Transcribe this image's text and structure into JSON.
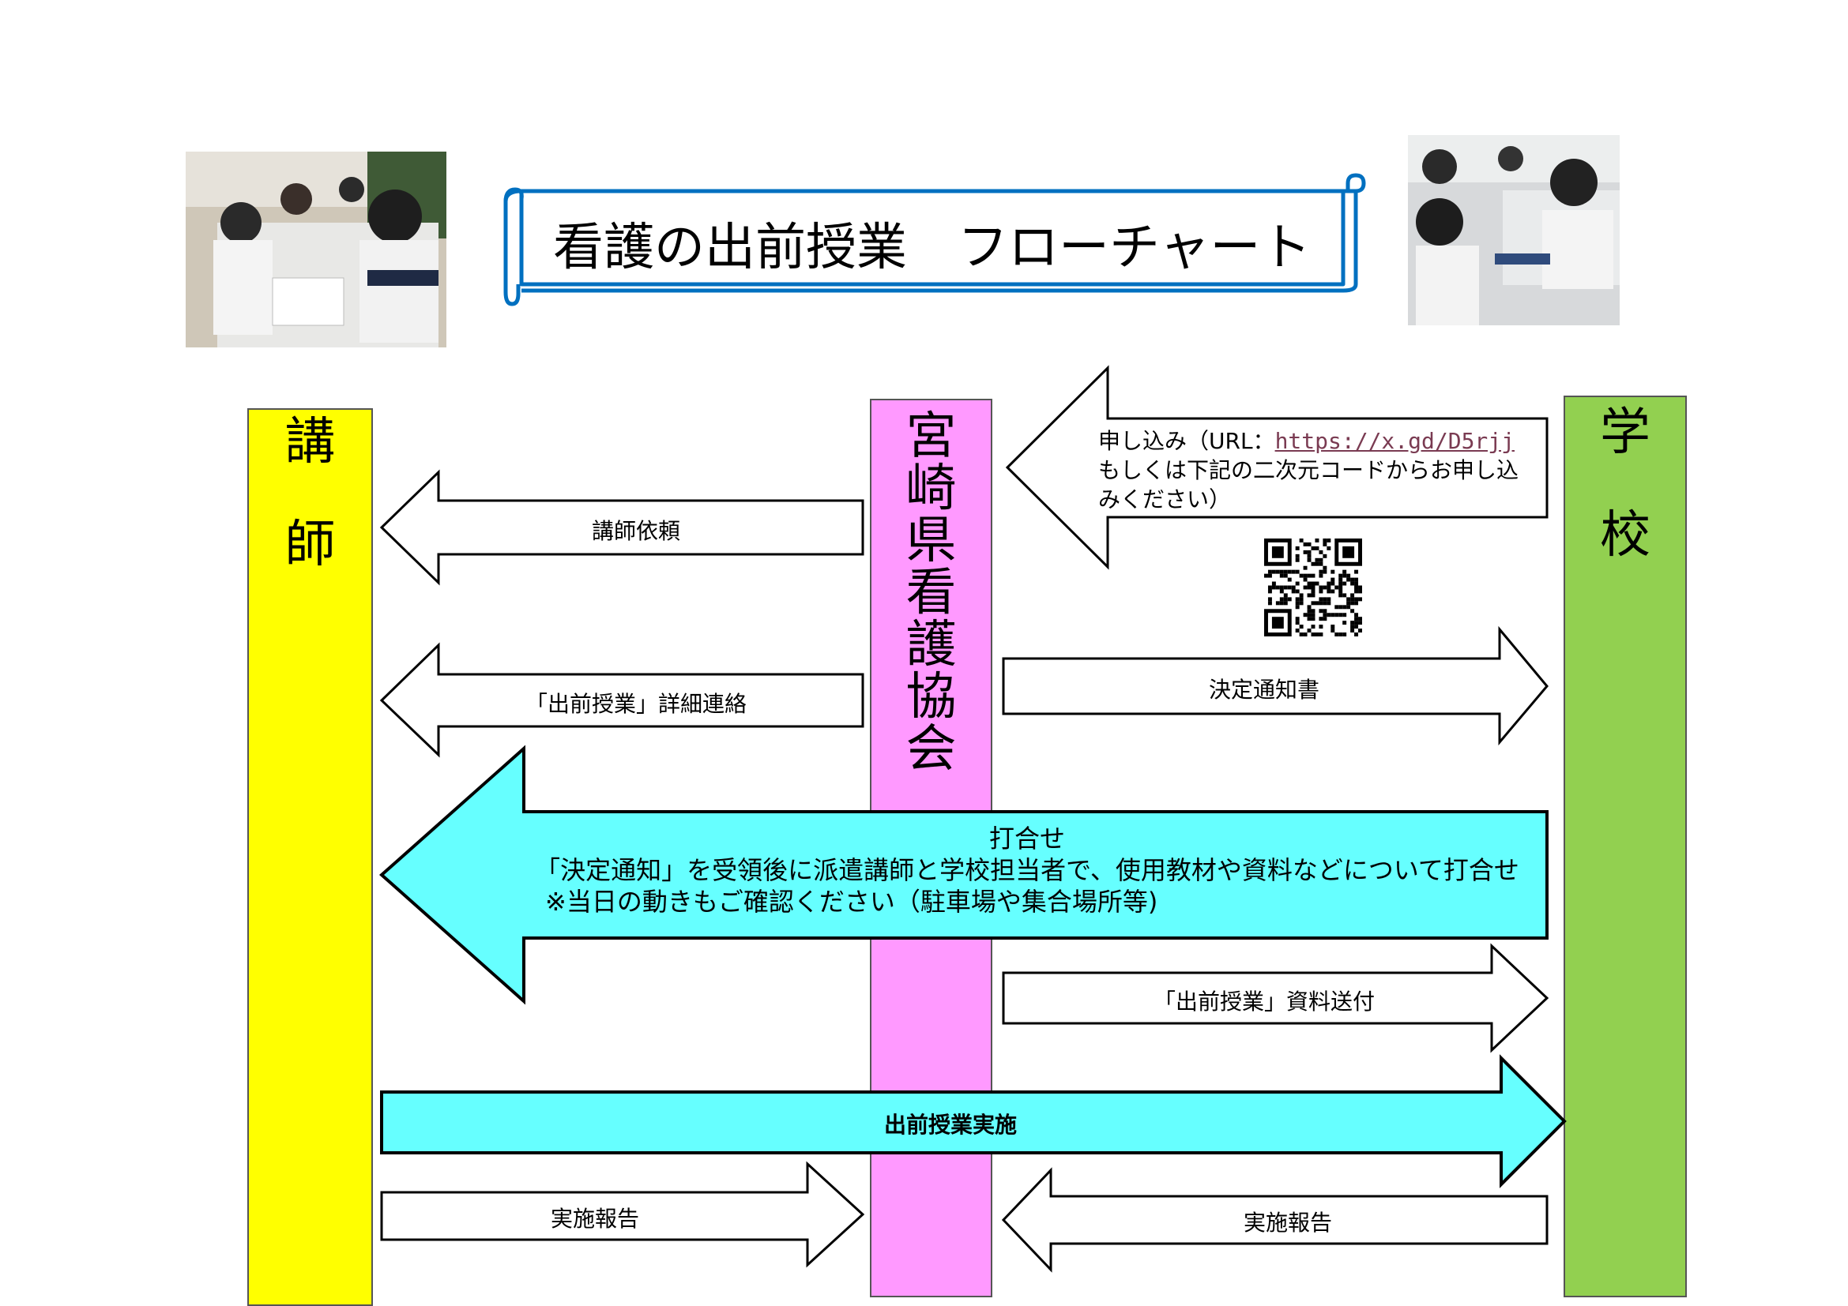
{
  "title": "看護の出前授業　フローチャート",
  "columns": {
    "lecturer": {
      "chars": [
        "講",
        "師"
      ],
      "color": "#ffff00"
    },
    "association": {
      "chars": [
        "宮",
        "崎",
        "県",
        "看",
        "護",
        "協",
        "会"
      ],
      "color": "#ff99ff"
    },
    "school": {
      "chars": [
        "学",
        "校"
      ],
      "color": "#92d050"
    }
  },
  "steps": {
    "application": {
      "prefix": "申し込み（URL：",
      "url": "https://x.gd/D5rjj",
      "line2": "もしくは下記の二次元コードからお申し込",
      "line3": "みください）"
    },
    "lecturer_request": "講師依頼",
    "decision_notice": "決定通知書",
    "detail_contact": "「出前授業」詳細連絡",
    "meeting": {
      "title": "打合せ",
      "line1": "「決定通知」を受領後に派遣講師と学校担当者で、使用教材や資料などについて打合せ",
      "line2": "※当日の動きもご確認ください（駐車場や集合場所等)"
    },
    "materials_send": "「出前授業」資料送付",
    "implementation": "出前授業実施",
    "report_lecturer": "実施報告",
    "report_school": "実施報告"
  },
  "colors": {
    "cyan": "#66ffff",
    "scroll_border": "#0070c0"
  }
}
